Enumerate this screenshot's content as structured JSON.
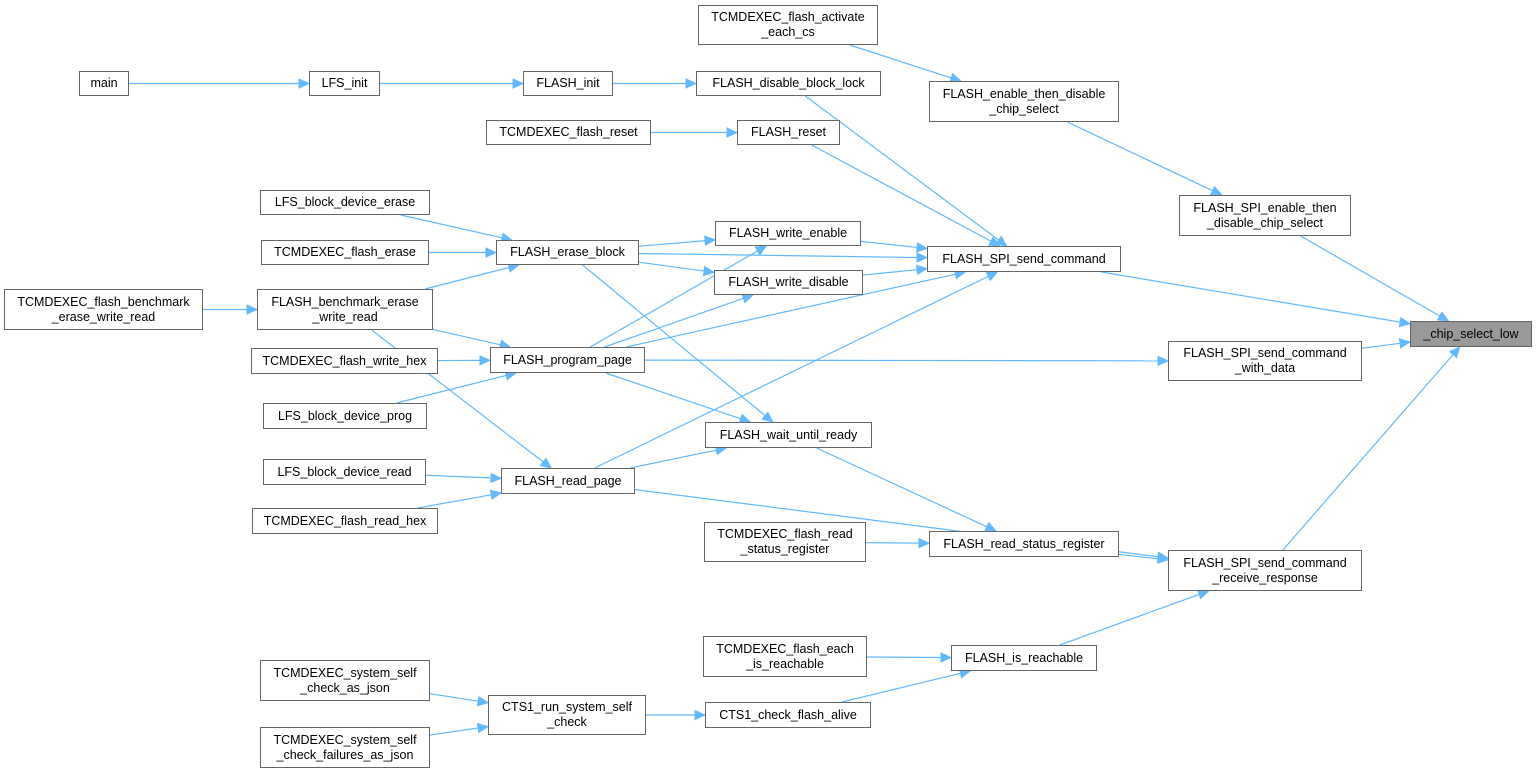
{
  "graph": {
    "title": "_chip_select_low caller graph",
    "edge_color": "#63b8ff",
    "node_border_color": "#666666",
    "focus_fill_color": "#999999",
    "nodes": [
      {
        "id": "main",
        "label": "main"
      },
      {
        "id": "lfs_init",
        "label": "LFS_init"
      },
      {
        "id": "flash_init",
        "label": "FLASH_init"
      },
      {
        "id": "flash_disable_block_lock",
        "label": "FLASH_disable_block_lock"
      },
      {
        "id": "tcm_activate_cs",
        "label": "TCMDEXEC_flash_activate\n_each_cs"
      },
      {
        "id": "flash_enable_then_disable_cs",
        "label": "FLASH_enable_then_disable\n_chip_select"
      },
      {
        "id": "tcm_flash_reset",
        "label": "TCMDEXEC_flash_reset"
      },
      {
        "id": "flash_reset",
        "label": "FLASH_reset"
      },
      {
        "id": "flash_spi_enable_then_disable_cs",
        "label": "FLASH_SPI_enable_then\n_disable_chip_select"
      },
      {
        "id": "lfs_block_device_erase",
        "label": "LFS_block_device_erase"
      },
      {
        "id": "tcm_flash_erase",
        "label": "TCMDEXEC_flash_erase"
      },
      {
        "id": "flash_erase_block",
        "label": "FLASH_erase_block"
      },
      {
        "id": "flash_write_enable",
        "label": "FLASH_write_enable"
      },
      {
        "id": "flash_write_disable",
        "label": "FLASH_write_disable"
      },
      {
        "id": "flash_spi_send_command",
        "label": "FLASH_SPI_send_command"
      },
      {
        "id": "tcm_benchmark",
        "label": "TCMDEXEC_flash_benchmark\n_erase_write_read"
      },
      {
        "id": "flash_benchmark",
        "label": "FLASH_benchmark_erase\n_write_read"
      },
      {
        "id": "chip_select_low",
        "label": "_chip_select_low",
        "focus": true
      },
      {
        "id": "tcm_write_hex",
        "label": "TCMDEXEC_flash_write_hex"
      },
      {
        "id": "flash_program_page",
        "label": "FLASH_program_page"
      },
      {
        "id": "flash_spi_send_command_with_data",
        "label": "FLASH_SPI_send_command\n_with_data"
      },
      {
        "id": "lfs_block_device_prog",
        "label": "LFS_block_device_prog"
      },
      {
        "id": "flash_wait_until_ready",
        "label": "FLASH_wait_until_ready"
      },
      {
        "id": "lfs_block_device_read",
        "label": "LFS_block_device_read"
      },
      {
        "id": "flash_read_page",
        "label": "FLASH_read_page"
      },
      {
        "id": "tcm_read_hex",
        "label": "TCMDEXEC_flash_read_hex"
      },
      {
        "id": "tcm_read_status",
        "label": "TCMDEXEC_flash_read\n_status_register"
      },
      {
        "id": "flash_read_status_register",
        "label": "FLASH_read_status_register"
      },
      {
        "id": "flash_spi_send_command_receive",
        "label": "FLASH_SPI_send_command\n_receive_response"
      },
      {
        "id": "tcm_each_reachable",
        "label": "TCMDEXEC_flash_each\n_is_reachable"
      },
      {
        "id": "flash_is_reachable",
        "label": "FLASH_is_reachable"
      },
      {
        "id": "tcm_self_check_json",
        "label": "TCMDEXEC_system_self\n_check_as_json"
      },
      {
        "id": "cts1_run_self_check",
        "label": "CTS1_run_system_self\n_check"
      },
      {
        "id": "cts1_check_flash_alive",
        "label": "CTS1_check_flash_alive"
      },
      {
        "id": "tcm_self_check_failures",
        "label": "TCMDEXEC_system_self\n_check_failures_as_json"
      }
    ],
    "edges": [
      [
        "main",
        "lfs_init"
      ],
      [
        "lfs_init",
        "flash_init"
      ],
      [
        "flash_init",
        "flash_disable_block_lock"
      ],
      [
        "flash_disable_block_lock",
        "flash_spi_send_command"
      ],
      [
        "tcm_activate_cs",
        "flash_enable_then_disable_cs"
      ],
      [
        "flash_enable_then_disable_cs",
        "flash_spi_enable_then_disable_cs"
      ],
      [
        "flash_spi_enable_then_disable_cs",
        "chip_select_low"
      ],
      [
        "tcm_flash_reset",
        "flash_reset"
      ],
      [
        "flash_reset",
        "flash_spi_send_command"
      ],
      [
        "lfs_block_device_erase",
        "flash_erase_block"
      ],
      [
        "tcm_flash_erase",
        "flash_erase_block"
      ],
      [
        "flash_benchmark",
        "flash_erase_block"
      ],
      [
        "tcm_benchmark",
        "flash_benchmark"
      ],
      [
        "flash_erase_block",
        "flash_spi_send_command"
      ],
      [
        "flash_erase_block",
        "flash_write_enable"
      ],
      [
        "flash_erase_block",
        "flash_write_disable"
      ],
      [
        "flash_erase_block",
        "flash_wait_until_ready"
      ],
      [
        "flash_write_enable",
        "flash_spi_send_command"
      ],
      [
        "flash_write_disable",
        "flash_spi_send_command"
      ],
      [
        "flash_spi_send_command",
        "chip_select_low"
      ],
      [
        "flash_benchmark",
        "flash_program_page"
      ],
      [
        "flash_benchmark",
        "flash_read_page"
      ],
      [
        "tcm_write_hex",
        "flash_program_page"
      ],
      [
        "lfs_block_device_prog",
        "flash_program_page"
      ],
      [
        "flash_program_page",
        "flash_write_enable"
      ],
      [
        "flash_program_page",
        "flash_write_disable"
      ],
      [
        "flash_program_page",
        "flash_spi_send_command"
      ],
      [
        "flash_program_page",
        "flash_spi_send_command_with_data"
      ],
      [
        "flash_program_page",
        "flash_wait_until_ready"
      ],
      [
        "flash_spi_send_command_with_data",
        "chip_select_low"
      ],
      [
        "flash_wait_until_ready",
        "flash_read_status_register"
      ],
      [
        "lfs_block_device_read",
        "flash_read_page"
      ],
      [
        "tcm_read_hex",
        "flash_read_page"
      ],
      [
        "flash_read_page",
        "flash_wait_until_ready"
      ],
      [
        "flash_read_page",
        "flash_spi_send_command"
      ],
      [
        "flash_read_page",
        "flash_spi_send_command_receive"
      ],
      [
        "tcm_read_status",
        "flash_read_status_register"
      ],
      [
        "flash_read_status_register",
        "flash_spi_send_command_receive"
      ],
      [
        "flash_spi_send_command_receive",
        "chip_select_low"
      ],
      [
        "tcm_each_reachable",
        "flash_is_reachable"
      ],
      [
        "flash_is_reachable",
        "flash_spi_send_command_receive"
      ],
      [
        "tcm_self_check_json",
        "cts1_run_self_check"
      ],
      [
        "tcm_self_check_failures",
        "cts1_run_self_check"
      ],
      [
        "cts1_run_self_check",
        "cts1_check_flash_alive"
      ],
      [
        "cts1_check_flash_alive",
        "flash_is_reachable"
      ]
    ]
  }
}
